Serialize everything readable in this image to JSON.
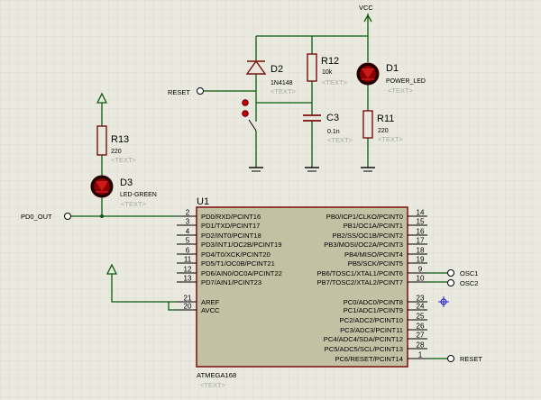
{
  "components": {
    "vcc": {
      "label": "VCC"
    },
    "r12": {
      "ref": "R12",
      "value": "10k",
      "text": "<TEXT>"
    },
    "d2": {
      "ref": "D2",
      "value": "1N4148",
      "text": "<TEXT>"
    },
    "d1": {
      "ref": "D1",
      "value": "POWER_LED",
      "text": "<TEXT>"
    },
    "c3": {
      "ref": "C3",
      "value": "0.1n",
      "text": "<TEXT>"
    },
    "r11": {
      "ref": "R11",
      "value": "220",
      "text": "<TEXT>"
    },
    "r13": {
      "ref": "R13",
      "value": "220",
      "text": "<TEXT>"
    },
    "d3": {
      "ref": "D3",
      "value": "LED-GREEN",
      "text": "<TEXT>"
    },
    "u1": {
      "ref": "U1",
      "part": "ATMEGA168",
      "text": "<TEXT>"
    }
  },
  "nets": {
    "reset_left": "RESET",
    "pd0_out": "PD0_OUT",
    "osc1": "OSC1",
    "osc2": "OSC2",
    "reset_right": "RESET"
  },
  "pins_left": [
    {
      "num": "2",
      "name": "PD0/RXD/PCINT16"
    },
    {
      "num": "3",
      "name": "PD1/TXD/PCINT17"
    },
    {
      "num": "4",
      "name": "PD2/INT0/PCINT18"
    },
    {
      "num": "5",
      "name": "PD3/INT1/OC2B/PCINT19"
    },
    {
      "num": "6",
      "name": "PD4/T0/XCK/PCINT20"
    },
    {
      "num": "11",
      "name": "PD5/T1/OC0B/PCINT21"
    },
    {
      "num": "12",
      "name": "PD6/AIN0/OC0A/PCINT22"
    },
    {
      "num": "13",
      "name": "PD7/AIN1/PCINT23"
    },
    {
      "num": "21",
      "name": "AREF"
    },
    {
      "num": "20",
      "name": "AVCC"
    }
  ],
  "pins_right": [
    {
      "num": "14",
      "name": "PB0/ICP1/CLKO/PCINT0"
    },
    {
      "num": "15",
      "name": "PB1/OC1A/PCINT1"
    },
    {
      "num": "16",
      "name": "PB2/SS/OC1B/PCINT2"
    },
    {
      "num": "17",
      "name": "PB3/MOSI/OC2A/PCINT3"
    },
    {
      "num": "18",
      "name": "PB4/MISO/PCINT4"
    },
    {
      "num": "19",
      "name": "PB5/SCK/PCINT5"
    },
    {
      "num": "9",
      "name": "PB6/TOSC1/XTAL1/PCINT6"
    },
    {
      "num": "10",
      "name": "PB7/TOSC2/XTAL2/PCINT7"
    },
    {
      "num": "23",
      "name": "PC0/ADC0/PCINT8"
    },
    {
      "num": "24",
      "name": "PC1/ADC1/PCINT9"
    },
    {
      "num": "25",
      "name": "PC2/ADC2/PCINT10"
    },
    {
      "num": "26",
      "name": "PC3/ADC3/PCINT11"
    },
    {
      "num": "27",
      "name": "PC4/ADC4/SDA/PCINT12"
    },
    {
      "num": "28",
      "name": "PC5/ADC5/SCL/PCINT13"
    },
    {
      "num": "1",
      "name": "PC6/RESET/PCINT14"
    }
  ],
  "colors": {
    "background": "#e9e9df",
    "grid": "#d5d5ca",
    "wire": "#0b5a0b",
    "component": "#7a0e0e",
    "ic_fill": "#c4c0a4",
    "led_body": "#1a0000",
    "placeholder_text": "#a8a8a8",
    "marker": "#1a1ad8"
  }
}
